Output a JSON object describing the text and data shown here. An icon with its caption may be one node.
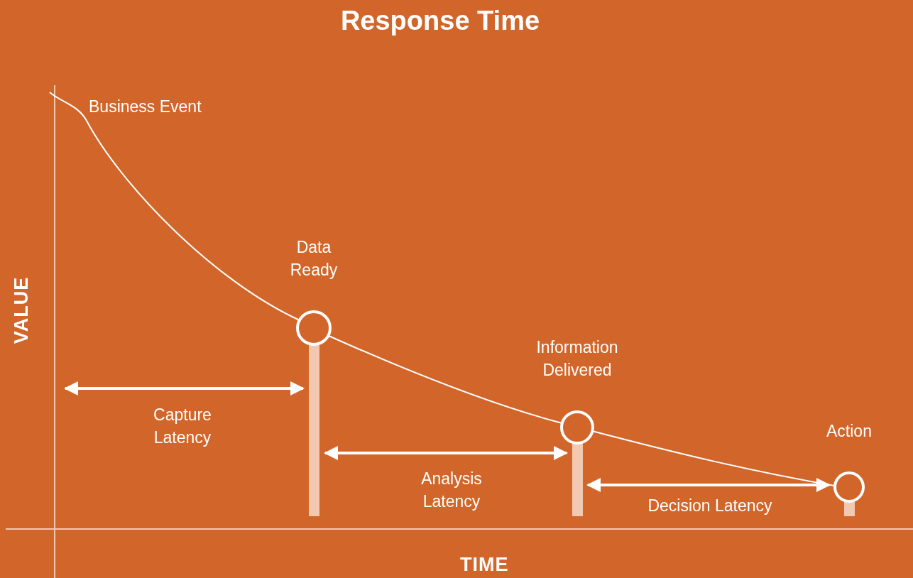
{
  "diagram": {
    "title": "Response Time",
    "nodes": [
      {
        "text": [
          "Business Event"
        ]
      },
      {
        "text": [
          "Data Ready"
        ]
      },
      {
        "text": [
          "Information Delivered"
        ]
      },
      {
        "text": [
          "Action"
        ]
      }
    ],
    "edges": [
      {
        "from": 0,
        "to": 1,
        "arrow": "none"
      },
      {
        "from": 1,
        "to": 2,
        "arrow": "none"
      },
      {
        "from": 2,
        "to": 3,
        "arrow": "none"
      },
      {
        "from": null,
        "to": 1,
        "arrow": "both",
        "label": "Capture Latency",
        "style": "thick"
      },
      {
        "from": 1,
        "to": 2,
        "arrow": "both",
        "label": "Analysis Latency",
        "style": "thick"
      },
      {
        "from": 2,
        "to": 3,
        "arrow": "both",
        "label": "Decision Latency",
        "style": "thick"
      }
    ],
    "labels": [
      "VALUE",
      "TIME"
    ]
  }
}
